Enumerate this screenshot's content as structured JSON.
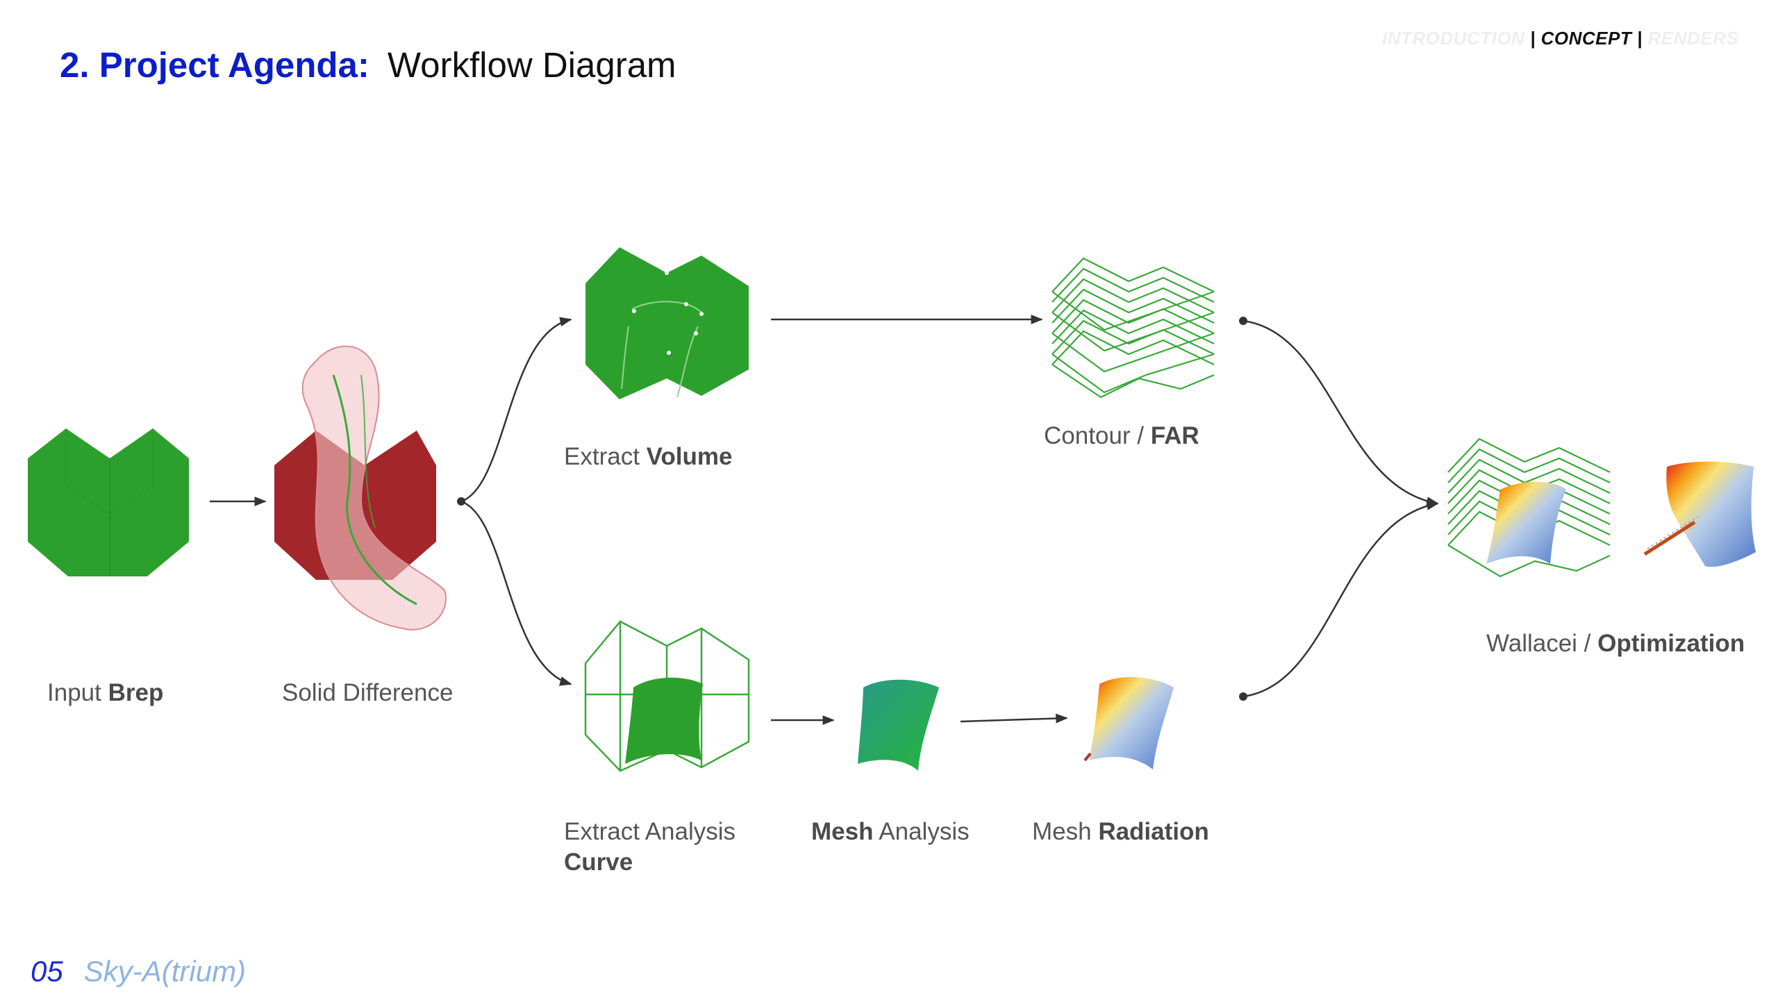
{
  "header": {
    "title": "2. Project Agenda:",
    "subtitle": "Workflow Diagram",
    "nav": {
      "items": [
        "INTRODUCTION",
        "CONCEPT",
        "RENDERS"
      ],
      "active": "CONCEPT",
      "separator": "|"
    }
  },
  "diagram": {
    "nodes": [
      {
        "id": "input-brep",
        "label_regular": "Input ",
        "label_bold": "Brep"
      },
      {
        "id": "solid-difference",
        "label_regular": "Solid Difference",
        "label_bold": ""
      },
      {
        "id": "extract-volume",
        "label_regular": "Extract ",
        "label_bold": "Volume"
      },
      {
        "id": "contour-far",
        "label_regular": "Contour / ",
        "label_bold": "FAR"
      },
      {
        "id": "extract-analysis-curve",
        "label_regular": "Extract Analysis",
        "label_bold": "Curve"
      },
      {
        "id": "mesh-analysis",
        "label_regular": " Analysis",
        "label_bold": "Mesh"
      },
      {
        "id": "mesh-radiation",
        "label_regular": "Mesh ",
        "label_bold": "Radiation"
      },
      {
        "id": "wallacei-optimization",
        "label_regular": "Wallacei / ",
        "label_bold": "Optimization"
      }
    ],
    "edges": [
      [
        "input-brep",
        "solid-difference"
      ],
      [
        "solid-difference",
        "extract-volume"
      ],
      [
        "solid-difference",
        "extract-analysis-curve"
      ],
      [
        "extract-volume",
        "contour-far"
      ],
      [
        "extract-analysis-curve",
        "mesh-analysis"
      ],
      [
        "mesh-analysis",
        "mesh-radiation"
      ],
      [
        "contour-far",
        "wallacei-optimization"
      ],
      [
        "mesh-radiation",
        "wallacei-optimization"
      ]
    ],
    "colors": {
      "green": "#2ca02c",
      "green_line": "#3aa83a",
      "red": "#a3262a",
      "arrow": "#333333"
    }
  },
  "footer": {
    "page_number": "05",
    "project_name": "Sky-A(trium)"
  }
}
